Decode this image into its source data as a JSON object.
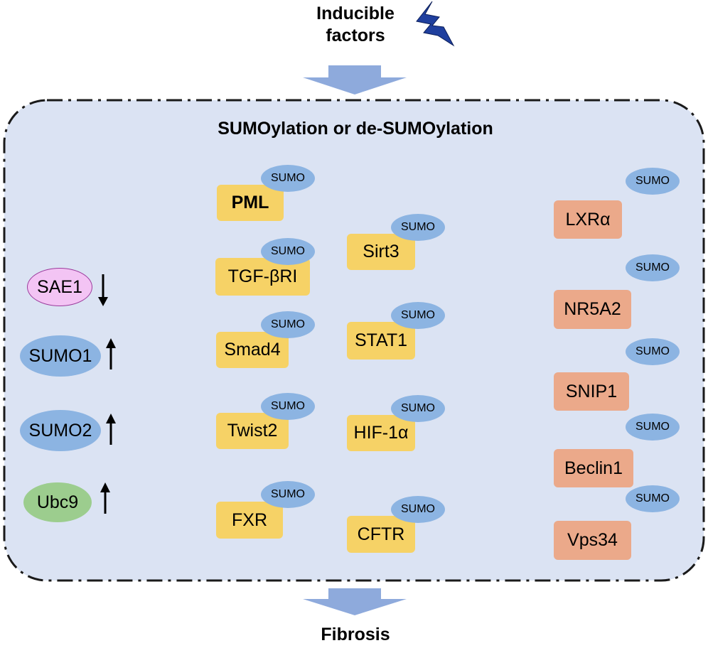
{
  "top_label": {
    "line1": "Inducible",
    "line2": "factors"
  },
  "bottom_label": "Fibrosis",
  "panel_title": "SUMOylation or de-SUMOylation",
  "sumo_tag": "SUMO",
  "left_items": [
    {
      "label": "SAE1",
      "trend": "down"
    },
    {
      "label": "SUMO1",
      "trend": "up"
    },
    {
      "label": "SUMO2",
      "trend": "up"
    },
    {
      "label": "Ubc9",
      "trend": "up"
    }
  ],
  "col1": [
    "PML",
    "TGF-βRI",
    "Smad4",
    "Twist2",
    "FXR"
  ],
  "col2": [
    "Sirt3",
    "STAT1",
    "HIF-1α",
    "CFTR"
  ],
  "col3": [
    "LXRα",
    "NR5A2",
    "SNIP1",
    "Beclin1",
    "Vps34"
  ],
  "colors": {
    "panel_fill": "#dbe3f3",
    "arrow_fill": "#8eaadc",
    "yellow_box": "#f6d266",
    "orange_box": "#eba98a",
    "sumo_tag": "#8cb4e2",
    "sae1_fill": "#f3c4f4",
    "sae1_border": "#9b3b9c",
    "sumo_ellipse": "#8cb4e2",
    "ubc9_fill": "#9ccd8e"
  }
}
